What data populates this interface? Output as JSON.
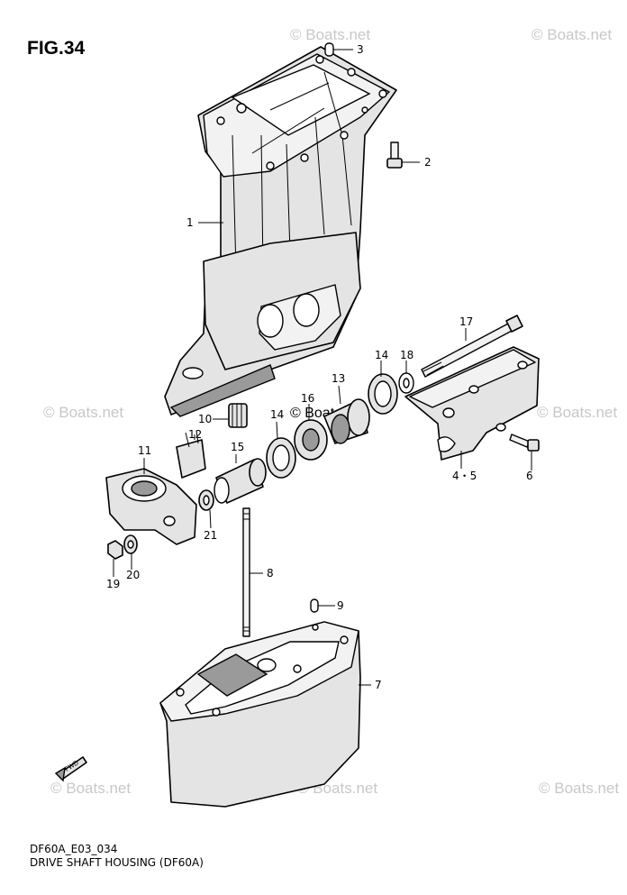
{
  "figure": {
    "title": "FIG.34",
    "code": "DF60A_E03_034",
    "caption": "DRIVE SHAFT HOUSING (DF60A)"
  },
  "watermark": "© Boats.net",
  "fwd_label": "FWD",
  "callouts": [
    "1",
    "2",
    "3",
    "4・5",
    "6",
    "7",
    "8",
    "9",
    "10",
    "11",
    "12",
    "13",
    "14",
    "14",
    "15",
    "16",
    "17",
    "18",
    "19",
    "20",
    "21"
  ],
  "colors": {
    "part_fill": "#e4e4e4",
    "shade": "#9a9a9a",
    "watermark": "#c8c8c8"
  }
}
